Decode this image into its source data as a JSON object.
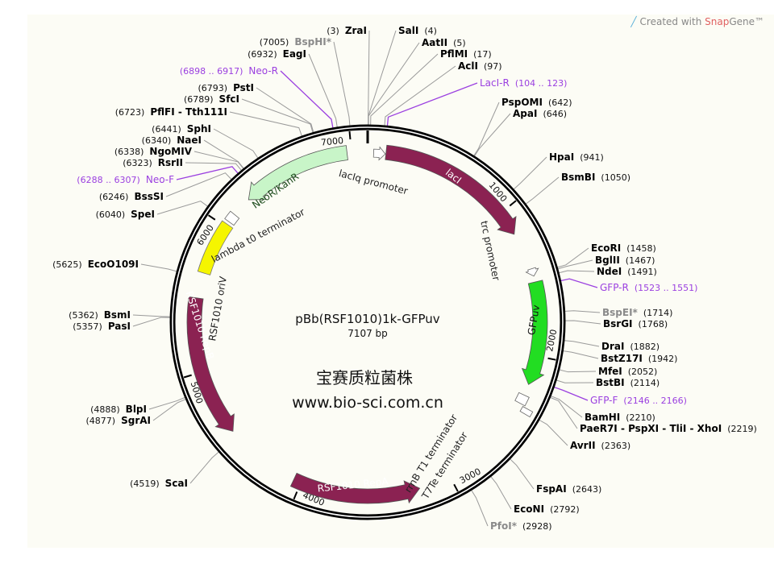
{
  "credit": {
    "prefix": "Created with ",
    "brand_a": "Snap",
    "brand_b": "Gene™"
  },
  "plasmid": {
    "name": "pBb(RSF1010)1k-GFPuv",
    "length_label": "7107 bp",
    "length": 7107
  },
  "watermark": {
    "line1": "宝赛质粒菌株",
    "line2": "www.bio-sci.com.cn"
  },
  "colors": {
    "laci": "#8b2252",
    "gfp": "#22dd22",
    "neo": "#c8f5c8",
    "oriv": "#f5f500",
    "primer": "#9b40e0",
    "dim": "#8a8a8a"
  },
  "ticks": [
    "1000",
    "2000",
    "3000",
    "4000",
    "5000",
    "6000",
    "7000"
  ],
  "features": [
    {
      "name": "lacIq promoter",
      "start": 40,
      "end": 118,
      "strand": 1,
      "kind": "promoter"
    },
    {
      "name": "lacI",
      "start": 122,
      "end": 1165,
      "strand": 1,
      "kind": "cds",
      "color": "#8b2252"
    },
    {
      "name": "trc promoter",
      "start": 1420,
      "end": 1470,
      "strand": 1,
      "kind": "promoter"
    },
    {
      "name": "GFPuv",
      "start": 1510,
      "end": 2195,
      "strand": 1,
      "kind": "cds",
      "color": "#22dd22"
    },
    {
      "name": "rrnB T1 terminator",
      "start": 2270,
      "end": 2330,
      "strand": 1,
      "kind": "terminator"
    },
    {
      "name": "T7Te terminator",
      "start": 2340,
      "end": 2375,
      "strand": 1,
      "kind": "terminator"
    },
    {
      "name": "RSF1010 RepA",
      "start": 3210,
      "end": 4050,
      "strand": -1,
      "kind": "cds",
      "color": "#8b2252"
    },
    {
      "name": "RSF1010 RepB",
      "start": 4560,
      "end": 5490,
      "strand": -1,
      "kind": "cds",
      "color": "#8b2252"
    },
    {
      "name": "RSF1010 oriV",
      "start": 5660,
      "end": 6020,
      "strand": 0,
      "kind": "origin",
      "color": "#f5f500"
    },
    {
      "name": "lambda t0 terminator",
      "start": 6040,
      "end": 6100,
      "strand": 0,
      "kind": "terminator"
    },
    {
      "name": "NeoR/KanR",
      "start": 6235,
      "end": 6970,
      "strand": -1,
      "kind": "cds",
      "color": "#c8f5c8"
    }
  ],
  "sites": [
    {
      "name": "ZraI",
      "pos": "(3)",
      "bp": 3,
      "type": "enzyme"
    },
    {
      "name": "BspHI*",
      "pos": "(7005)",
      "bp": 7005,
      "type": "dim"
    },
    {
      "name": "EagI",
      "pos": "(6932)",
      "bp": 6932,
      "type": "enzyme"
    },
    {
      "name": "Neo-R",
      "pos": "(6898 .. 6917)",
      "bp": 6907,
      "type": "primer"
    },
    {
      "name": "PstI",
      "pos": "(6793)",
      "bp": 6793,
      "type": "enzyme"
    },
    {
      "name": "SfcI",
      "pos": "(6789)",
      "bp": 6789,
      "type": "enzyme"
    },
    {
      "name": "PflFI - Tth111I",
      "pos": "(6723)",
      "bp": 6723,
      "type": "enzyme"
    },
    {
      "name": "SphI",
      "pos": "(6441)",
      "bp": 6441,
      "type": "enzyme"
    },
    {
      "name": "NaeI",
      "pos": "(6340)",
      "bp": 6340,
      "type": "enzyme"
    },
    {
      "name": "NgoMIV",
      "pos": "(6338)",
      "bp": 6338,
      "type": "enzyme"
    },
    {
      "name": "RsrII",
      "pos": "(6323)",
      "bp": 6323,
      "type": "enzyme"
    },
    {
      "name": "Neo-F",
      "pos": "(6288 .. 6307)",
      "bp": 6297,
      "type": "primer"
    },
    {
      "name": "BssSI",
      "pos": "(6246)",
      "bp": 6246,
      "type": "enzyme"
    },
    {
      "name": "SpeI",
      "pos": "(6040)",
      "bp": 6040,
      "type": "enzyme"
    },
    {
      "name": "EcoO109I",
      "pos": "(5625)",
      "bp": 5625,
      "type": "enzyme"
    },
    {
      "name": "BsmI",
      "pos": "(5362)",
      "bp": 5362,
      "type": "enzyme"
    },
    {
      "name": "PasI",
      "pos": "(5357)",
      "bp": 5357,
      "type": "enzyme"
    },
    {
      "name": "BlpI",
      "pos": "(4888)",
      "bp": 4888,
      "type": "enzyme"
    },
    {
      "name": "SgrAI",
      "pos": "(4877)",
      "bp": 4877,
      "type": "enzyme"
    },
    {
      "name": "ScaI",
      "pos": "(4519)",
      "bp": 4519,
      "type": "enzyme"
    },
    {
      "name": "SalI",
      "pos": "(4)",
      "bp": 4,
      "type": "enzyme"
    },
    {
      "name": "AatII",
      "pos": "(5)",
      "bp": 5,
      "type": "enzyme"
    },
    {
      "name": "PflMI",
      "pos": "(17)",
      "bp": 17,
      "type": "enzyme"
    },
    {
      "name": "AclI",
      "pos": "(97)",
      "bp": 97,
      "type": "enzyme"
    },
    {
      "name": "LacI-R",
      "pos": "(104 .. 123)",
      "bp": 113,
      "type": "primer"
    },
    {
      "name": "PspOMI",
      "pos": "(642)",
      "bp": 642,
      "type": "enzyme"
    },
    {
      "name": "ApaI",
      "pos": "(646)",
      "bp": 646,
      "type": "enzyme"
    },
    {
      "name": "HpaI",
      "pos": "(941)",
      "bp": 941,
      "type": "enzyme"
    },
    {
      "name": "BsmBI",
      "pos": "(1050)",
      "bp": 1050,
      "type": "enzyme"
    },
    {
      "name": "EcoRI",
      "pos": "(1458)",
      "bp": 1458,
      "type": "enzyme"
    },
    {
      "name": "BglII",
      "pos": "(1467)",
      "bp": 1467,
      "type": "enzyme"
    },
    {
      "name": "NdeI",
      "pos": "(1491)",
      "bp": 1491,
      "type": "enzyme"
    },
    {
      "name": "GFP-R",
      "pos": "(1523 .. 1551)",
      "bp": 1537,
      "type": "primer"
    },
    {
      "name": "BspEI*",
      "pos": "(1714)",
      "bp": 1714,
      "type": "dim"
    },
    {
      "name": "BsrGI",
      "pos": "(1768)",
      "bp": 1768,
      "type": "enzyme"
    },
    {
      "name": "DraI",
      "pos": "(1882)",
      "bp": 1882,
      "type": "enzyme"
    },
    {
      "name": "BstZ17I",
      "pos": "(1942)",
      "bp": 1942,
      "type": "enzyme"
    },
    {
      "name": "MfeI",
      "pos": "(2052)",
      "bp": 2052,
      "type": "enzyme"
    },
    {
      "name": "BstBI",
      "pos": "(2114)",
      "bp": 2114,
      "type": "enzyme"
    },
    {
      "name": "GFP-F",
      "pos": "(2146 .. 2166)",
      "bp": 2156,
      "type": "primer"
    },
    {
      "name": "BamHI",
      "pos": "(2210)",
      "bp": 2210,
      "type": "enzyme"
    },
    {
      "name": "PaeR7I - PspXI - TliI - XhoI",
      "pos": "(2219)",
      "bp": 2219,
      "type": "enzyme"
    },
    {
      "name": "AvrII",
      "pos": "(2363)",
      "bp": 2363,
      "type": "enzyme"
    },
    {
      "name": "FspAI",
      "pos": "(2643)",
      "bp": 2643,
      "type": "enzyme"
    },
    {
      "name": "EcoNI",
      "pos": "(2792)",
      "bp": 2792,
      "type": "enzyme"
    },
    {
      "name": "PfoI*",
      "pos": "(2928)",
      "bp": 2928,
      "type": "dim"
    }
  ]
}
